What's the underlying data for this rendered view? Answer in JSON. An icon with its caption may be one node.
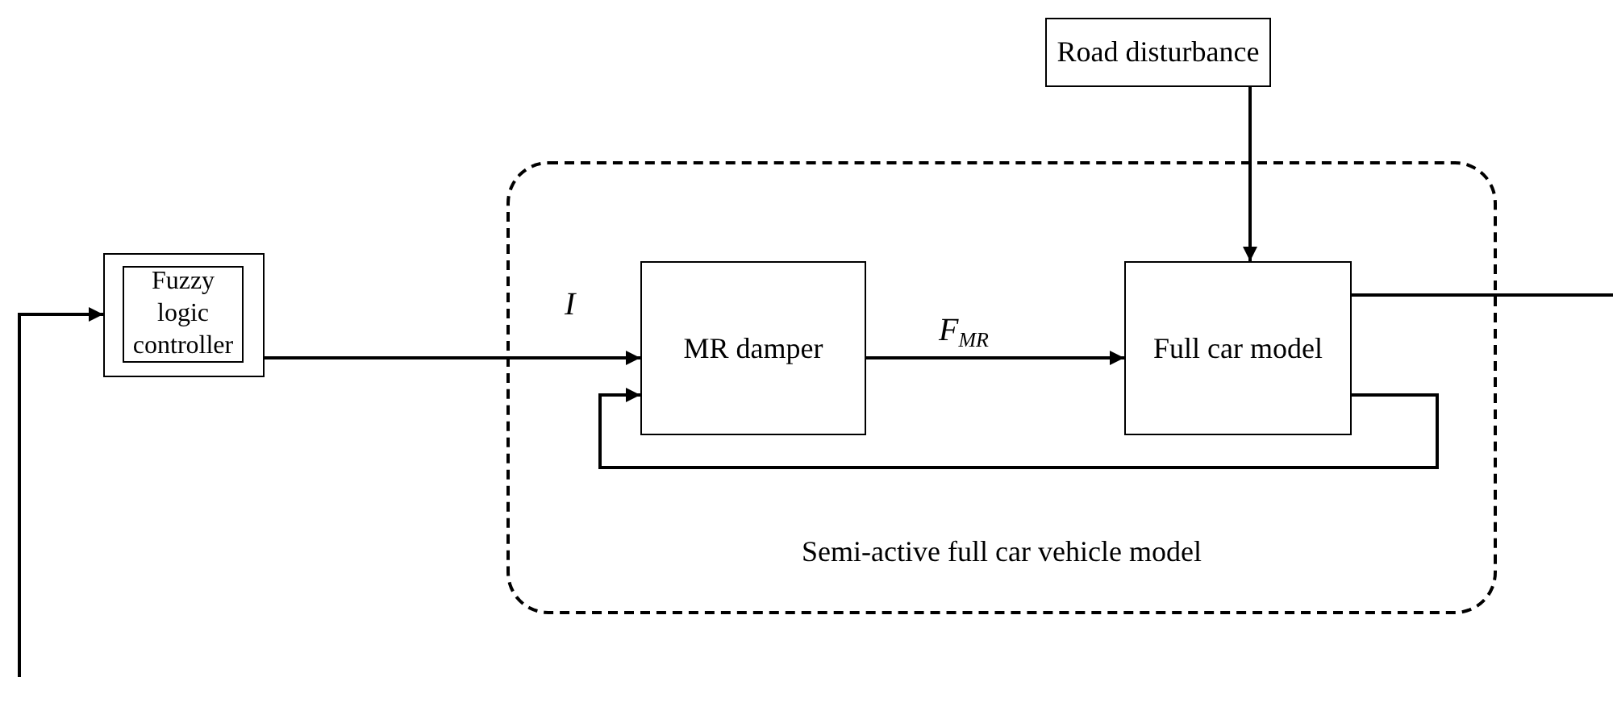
{
  "diagram": {
    "nodes": [
      {
        "text": [
          "Road disturbance"
        ]
      },
      {
        "text": [],
        "shape": "box"
      },
      {
        "text": [
          "Fuzzy logic controller"
        ],
        "in": 1
      },
      {
        "text": [
          "Semi-active full car vehicle model"
        ]
      },
      {
        "text": [
          "MR damper"
        ],
        "in": 3
      },
      {
        "text": [
          "Full car model"
        ],
        "in": 3
      }
    ],
    "edges": [
      {
        "from": 0,
        "to": 5,
        "arrow": "to"
      },
      {
        "from": 1,
        "to": 4,
        "arrow": "to",
        "label": "I"
      },
      {
        "from": 4,
        "to": 5,
        "arrow": "to",
        "label": "F$_{MR}$"
      },
      {
        "from": 5,
        "to": 4,
        "arrow": "to"
      },
      {
        "from": 5,
        "to": null,
        "arrow": "none"
      },
      {
        "from": null,
        "to": 1,
        "arrow": "to"
      }
    ]
  }
}
